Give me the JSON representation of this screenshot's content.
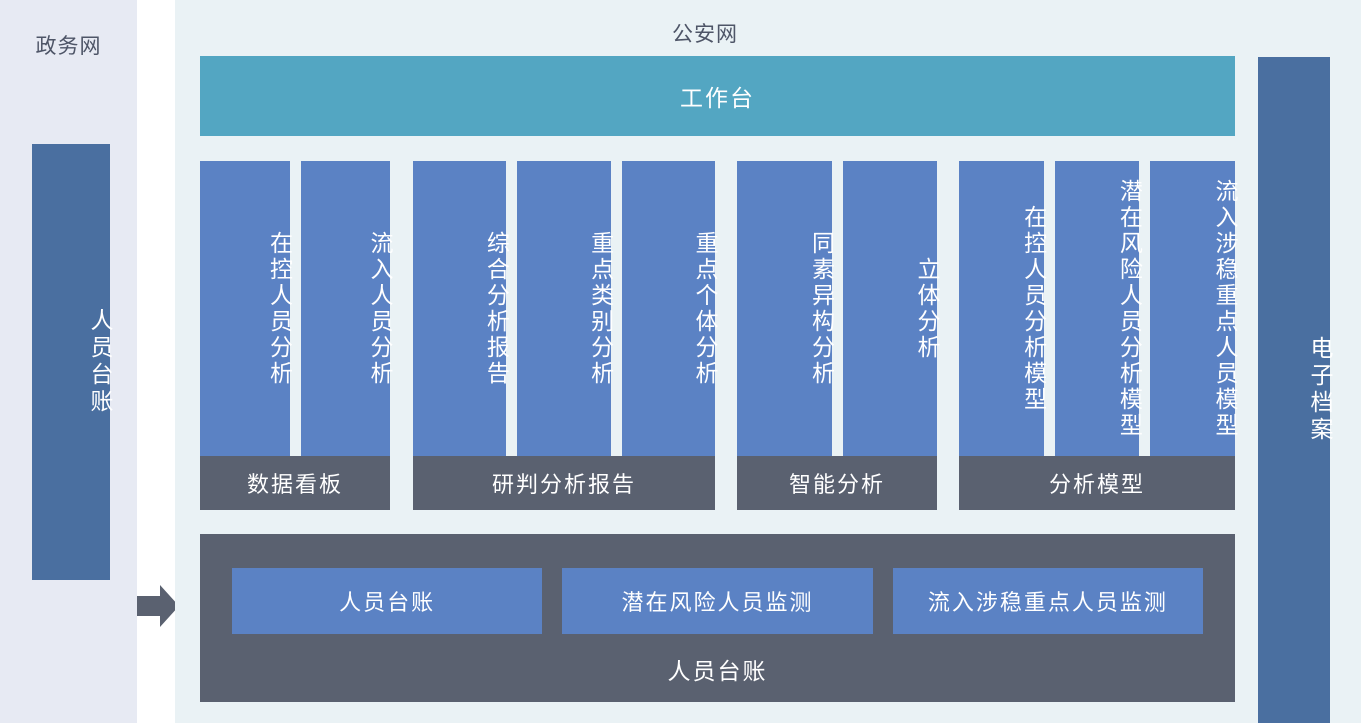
{
  "left_zone": {
    "title": "政务网",
    "box_label": "人员台账"
  },
  "arrow": {
    "icon": "arrow-right-icon"
  },
  "main_zone": {
    "title": "公安网",
    "workbench_label": "工作台",
    "groups": [
      {
        "label": "数据看板",
        "cards": [
          "在控人员分析",
          "流入人员分析"
        ]
      },
      {
        "label": "研判分析报告",
        "cards": [
          "综合分析报告",
          "重点类别分析",
          "重点个体分析"
        ]
      },
      {
        "label": "智能分析",
        "cards": [
          "同素异构分析",
          "立体分析"
        ]
      },
      {
        "label": "分析模型",
        "cards": [
          "在控人员分析模型",
          "潜在风险人员分析模型",
          "流入涉稳重点人员模型"
        ]
      }
    ],
    "ledger": {
      "caption": "人员台账",
      "tiles": [
        "人员台账",
        "潜在风险人员监测",
        "流入涉稳重点人员监测"
      ]
    }
  },
  "right_zone": {
    "box_label": "电子档案"
  },
  "colors": {
    "left_panel_bg": "#e7eaf3",
    "main_panel_bg": "#eaf2f5",
    "dark_blue": "#4a6fa0",
    "card_blue": "#5b82c4",
    "teal": "#53a6c2",
    "slate_gray": "#5a6170",
    "title_text": "#4e5567"
  }
}
